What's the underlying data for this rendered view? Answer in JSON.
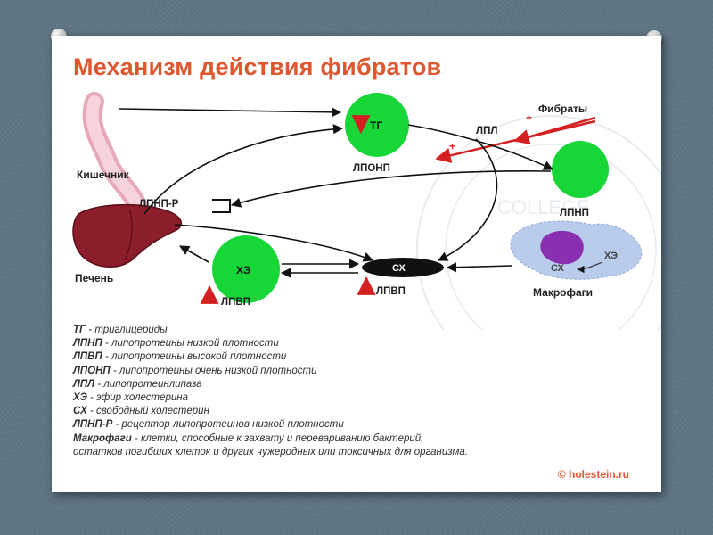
{
  "title": "Механизм действия фибратов",
  "diagram": {
    "nodes": {
      "tg": "ТГ",
      "lponp": "ЛПОНП",
      "lpnp": "ЛПНП",
      "he_circle": "ХЭ",
      "lpvp_left": "ЛПВП",
      "sh": "СХ",
      "lpvp_right": "ЛПВП",
      "fibrates": "Фибраты",
      "lpl": "ЛПЛ",
      "plus": "+",
      "intestine": "Кишечник",
      "liver": "Печень",
      "lpnp_r": "ЛПНП-Р",
      "macrophages": "Макрофаги",
      "macro_sh": "СХ",
      "macro_he": "ХЭ"
    },
    "colors": {
      "green": "#17d638",
      "red_arrow": "#d42020",
      "liver": "#8c1d2a",
      "intestine": "#f3bfcc",
      "macrophage_body": "#b9ccec",
      "macrophage_nucleus": "#8a2fb0"
    }
  },
  "legend": [
    {
      "term": "ТГ",
      "desc": " - триглицериды"
    },
    {
      "term": "ЛПНП",
      "desc": " - липопротеины низкой плотности"
    },
    {
      "term": "ЛПВП",
      "desc": " - липопротеины высокой плотности"
    },
    {
      "term": "ЛПОНП",
      "desc": " - липопротеины очень низкой плотности"
    },
    {
      "term": "ЛПЛ",
      "desc": " - липопротеинлипаза"
    },
    {
      "term": "ХЭ",
      "desc": " - эфир холестерина"
    },
    {
      "term": "СХ",
      "desc": " - свободный холестерин"
    },
    {
      "term": "ЛПНП-Р",
      "desc": " - рецептор липопротеинов низкой плотности"
    },
    {
      "term": "Макрофаги",
      "desc": " - клетки, способные к захвату и перевариванию бактерий,"
    }
  ],
  "legend_continuation": "остатков погибших клеток и других чужеродных или токсичных для организма.",
  "footer": "© holestein.ru"
}
